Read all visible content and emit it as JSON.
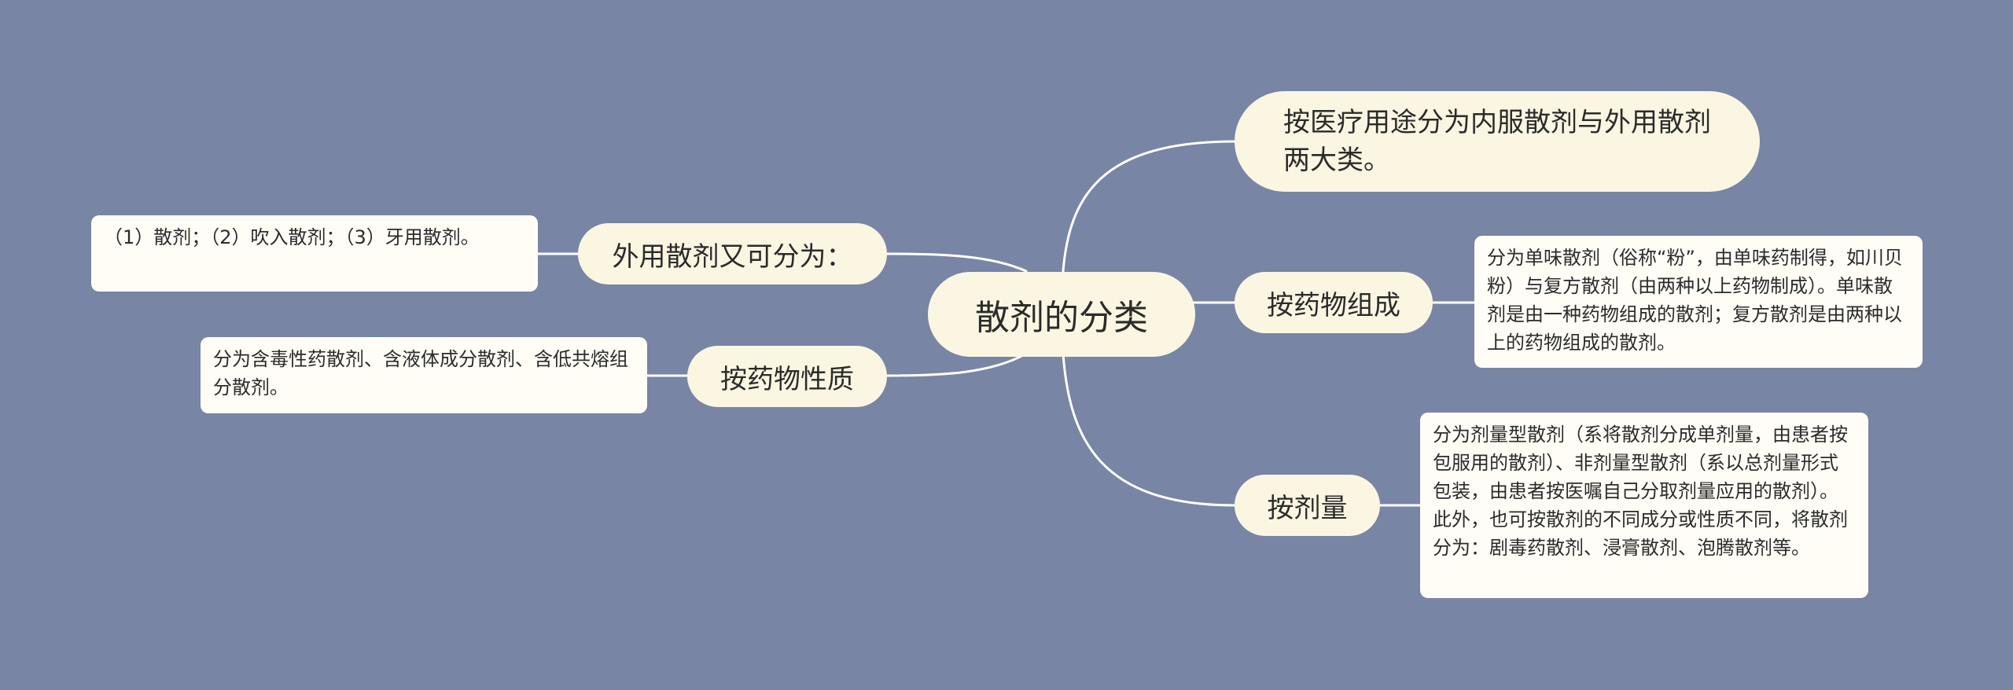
{
  "mindmap": {
    "root": "散剂的分类",
    "right": [
      {
        "label": "按医疗用途分为内服散剂与外用散剂两大类。"
      },
      {
        "label": "按药物组成",
        "detail": "分为单味散剂（俗称“粉”，由单味药制得，如川贝粉）与复方散剂（由两种以上药物制成）。单味散剂是由一种药物组成的散剂；复方散剂是由两种以上的药物组成的散剂。"
      },
      {
        "label": "按剂量",
        "detail": "分为剂量型散剂（系将散剂分成单剂量，由患者按包服用的散剂）、非剂量型散剂（系以总剂量形式包装，由患者按医嘱自己分取剂量应用的散剂）。此外，也可按散剂的不同成分或性质不同，将散剂分为：剧毒药散剂、浸膏散剂、泡腾散剂等。"
      }
    ],
    "left": [
      {
        "label": "外用散剂又可分为：",
        "detail": "（1）散剂；（2）吹入散剂；（3）牙用散剂。"
      },
      {
        "label": "按药物性质",
        "detail": "分为含毒性药散剂、含液体成分散剂、含低共熔组分散剂。"
      }
    ]
  },
  "colors": {
    "background": "#7885a5",
    "node_fill": "#fbf6e2",
    "leaf_fill": "#fffdf6",
    "connector": "#ffffff",
    "text": "#2b2b2b"
  }
}
